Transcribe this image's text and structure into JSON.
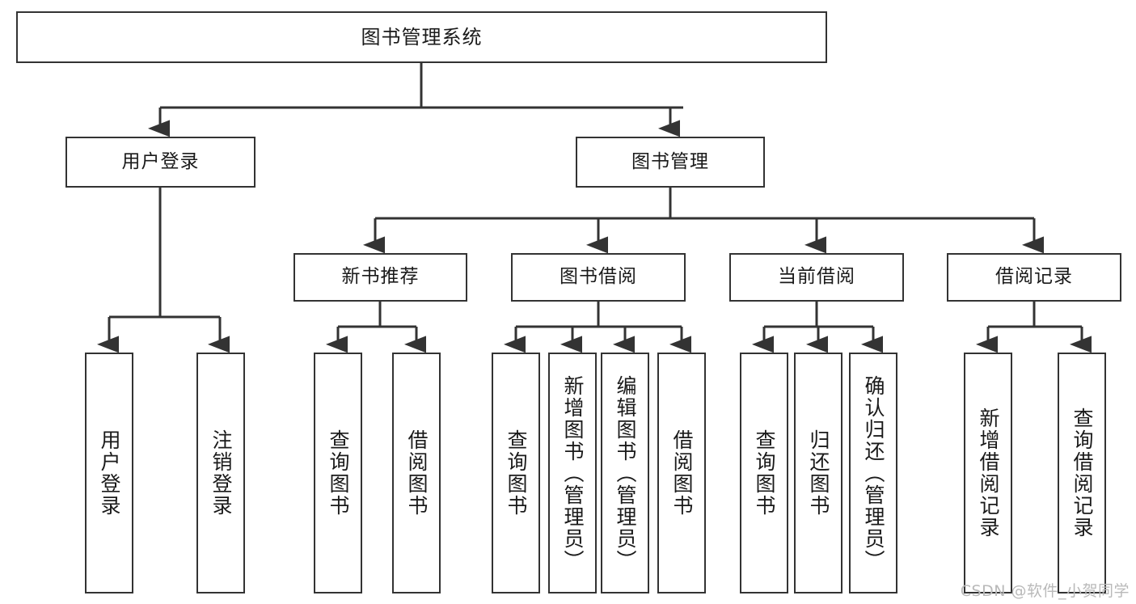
{
  "diagram": {
    "title": "图书管理系统",
    "type": "tree-hierarchy",
    "watermark": "CSDN @软件_小贺同学",
    "colors": {
      "box_border": "#333333",
      "box_fill": "#ffffff",
      "edge": "#333333",
      "text": "#1a1a1a",
      "watermark": "#b9b9b9",
      "background": "#ffffff"
    },
    "root": {
      "label": "图书管理系统"
    },
    "level2": [
      {
        "id": "user-login",
        "label": "用户登录"
      },
      {
        "id": "book-manage",
        "label": "图书管理"
      }
    ],
    "level3": [
      {
        "id": "new-book-recommend",
        "label": "新书推荐"
      },
      {
        "id": "book-borrow",
        "label": "图书借阅"
      },
      {
        "id": "current-borrow",
        "label": "当前借阅"
      },
      {
        "id": "borrow-record",
        "label": "借阅记录"
      }
    ],
    "leaves": {
      "user_login": [
        {
          "id": "leaf-user-login",
          "label": "用户登录"
        },
        {
          "id": "leaf-logout-login",
          "label": "注销登录"
        }
      ],
      "new_book_recommend": [
        {
          "id": "leaf-query-book-1",
          "label": "查询图书"
        },
        {
          "id": "leaf-borrow-book-1",
          "label": "借阅图书"
        }
      ],
      "book_borrow": [
        {
          "id": "leaf-query-book-2",
          "label": "查询图书"
        },
        {
          "id": "leaf-add-book",
          "label": "新增图书（管理员）"
        },
        {
          "id": "leaf-edit-book",
          "label": "编辑图书（管理员）"
        },
        {
          "id": "leaf-borrow-book-2",
          "label": "借阅图书"
        }
      ],
      "current_borrow": [
        {
          "id": "leaf-query-book-3",
          "label": "查询图书"
        },
        {
          "id": "leaf-return-book",
          "label": "归还图书"
        },
        {
          "id": "leaf-confirm-return",
          "label": "确认归还（管理员）"
        }
      ],
      "borrow_record": [
        {
          "id": "leaf-add-record",
          "label": "新增借阅记录"
        },
        {
          "id": "leaf-query-record",
          "label": "查询借阅记录"
        }
      ]
    }
  },
  "chart_data": {
    "type": "diagram",
    "title": "图书管理系统",
    "nodes": [
      {
        "id": "root",
        "label": "图书管理系统",
        "level": 0
      },
      {
        "id": "user-login",
        "label": "用户登录",
        "level": 1
      },
      {
        "id": "book-manage",
        "label": "图书管理",
        "level": 1
      },
      {
        "id": "leaf-user-login",
        "label": "用户登录",
        "level": 2
      },
      {
        "id": "leaf-logout-login",
        "label": "注销登录",
        "level": 2
      },
      {
        "id": "new-book-recommend",
        "label": "新书推荐",
        "level": 2
      },
      {
        "id": "book-borrow",
        "label": "图书借阅",
        "level": 2
      },
      {
        "id": "current-borrow",
        "label": "当前借阅",
        "level": 2
      },
      {
        "id": "borrow-record",
        "label": "借阅记录",
        "level": 2
      },
      {
        "id": "leaf-query-book-1",
        "label": "查询图书",
        "level": 3
      },
      {
        "id": "leaf-borrow-book-1",
        "label": "借阅图书",
        "level": 3
      },
      {
        "id": "leaf-query-book-2",
        "label": "查询图书",
        "level": 3
      },
      {
        "id": "leaf-add-book",
        "label": "新增图书（管理员）",
        "level": 3
      },
      {
        "id": "leaf-edit-book",
        "label": "编辑图书（管理员）",
        "level": 3
      },
      {
        "id": "leaf-borrow-book-2",
        "label": "借阅图书",
        "level": 3
      },
      {
        "id": "leaf-query-book-3",
        "label": "查询图书",
        "level": 3
      },
      {
        "id": "leaf-return-book",
        "label": "归还图书",
        "level": 3
      },
      {
        "id": "leaf-confirm-return",
        "label": "确认归还（管理员）",
        "level": 3
      },
      {
        "id": "leaf-add-record",
        "label": "新增借阅记录",
        "level": 3
      },
      {
        "id": "leaf-query-record",
        "label": "查询借阅记录",
        "level": 3
      }
    ],
    "edges": [
      {
        "from": "root",
        "to": "user-login"
      },
      {
        "from": "root",
        "to": "book-manage"
      },
      {
        "from": "user-login",
        "to": "leaf-user-login"
      },
      {
        "from": "user-login",
        "to": "leaf-logout-login"
      },
      {
        "from": "book-manage",
        "to": "new-book-recommend"
      },
      {
        "from": "book-manage",
        "to": "book-borrow"
      },
      {
        "from": "book-manage",
        "to": "current-borrow"
      },
      {
        "from": "book-manage",
        "to": "borrow-record"
      },
      {
        "from": "new-book-recommend",
        "to": "leaf-query-book-1"
      },
      {
        "from": "new-book-recommend",
        "to": "leaf-borrow-book-1"
      },
      {
        "from": "book-borrow",
        "to": "leaf-query-book-2"
      },
      {
        "from": "book-borrow",
        "to": "leaf-add-book"
      },
      {
        "from": "book-borrow",
        "to": "leaf-edit-book"
      },
      {
        "from": "book-borrow",
        "to": "leaf-borrow-book-2"
      },
      {
        "from": "current-borrow",
        "to": "leaf-query-book-3"
      },
      {
        "from": "current-borrow",
        "to": "leaf-return-book"
      },
      {
        "from": "current-borrow",
        "to": "leaf-confirm-return"
      },
      {
        "from": "borrow-record",
        "to": "leaf-add-record"
      },
      {
        "from": "borrow-record",
        "to": "leaf-query-record"
      }
    ]
  }
}
